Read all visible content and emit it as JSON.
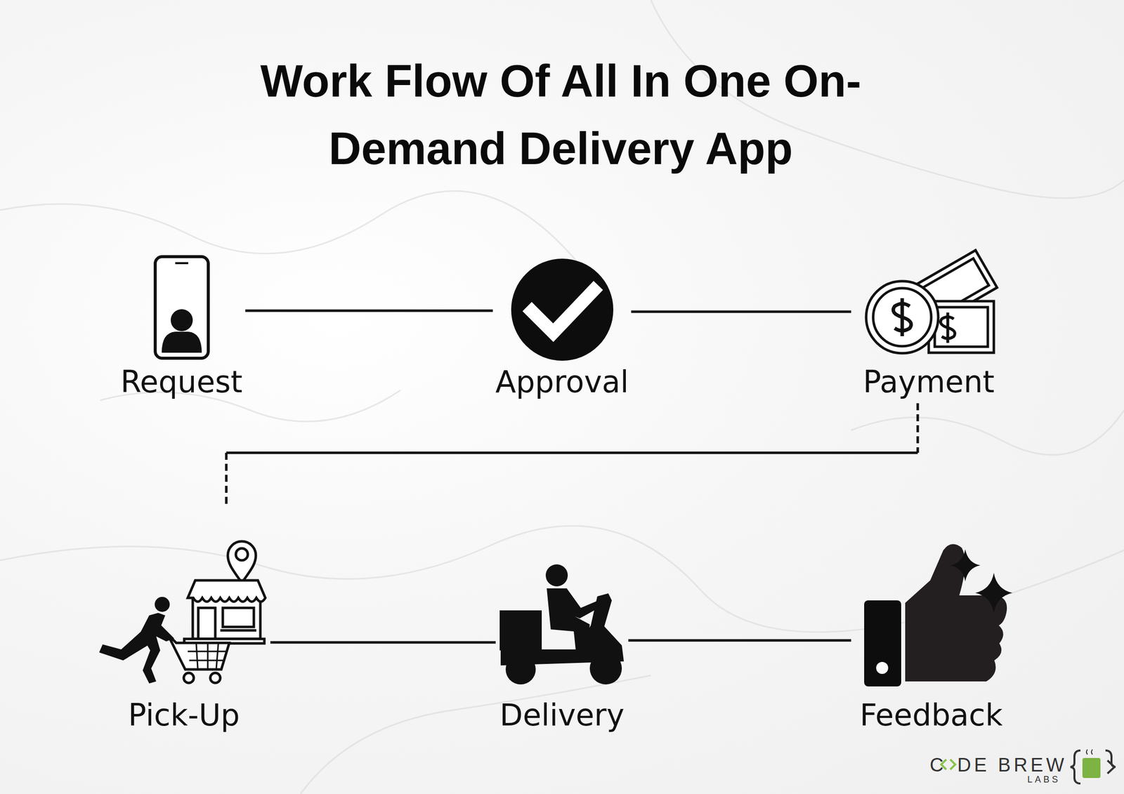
{
  "diagram": {
    "title": "Work Flow Of All In One On-Demand Delivery App",
    "nodes": [
      {
        "text": [
          "Request"
        ]
      },
      {
        "text": [
          "Approval"
        ]
      },
      {
        "text": [
          "Payment"
        ]
      },
      {
        "text": [
          "Pick-Up"
        ]
      },
      {
        "text": [
          "Delivery"
        ]
      },
      {
        "text": [
          "Feedback"
        ]
      }
    ],
    "edges": [
      {
        "from": 0,
        "to": 1,
        "arrow": "none"
      },
      {
        "from": 1,
        "to": 2,
        "arrow": "none"
      },
      {
        "from": 2,
        "to": 3,
        "arrow": "none"
      },
      {
        "from": 3,
        "to": 4,
        "arrow": "none"
      },
      {
        "from": 4,
        "to": 5,
        "arrow": "none"
      }
    ],
    "labels": [
      "C",
      "DE BREW",
      "LABS"
    ]
  }
}
